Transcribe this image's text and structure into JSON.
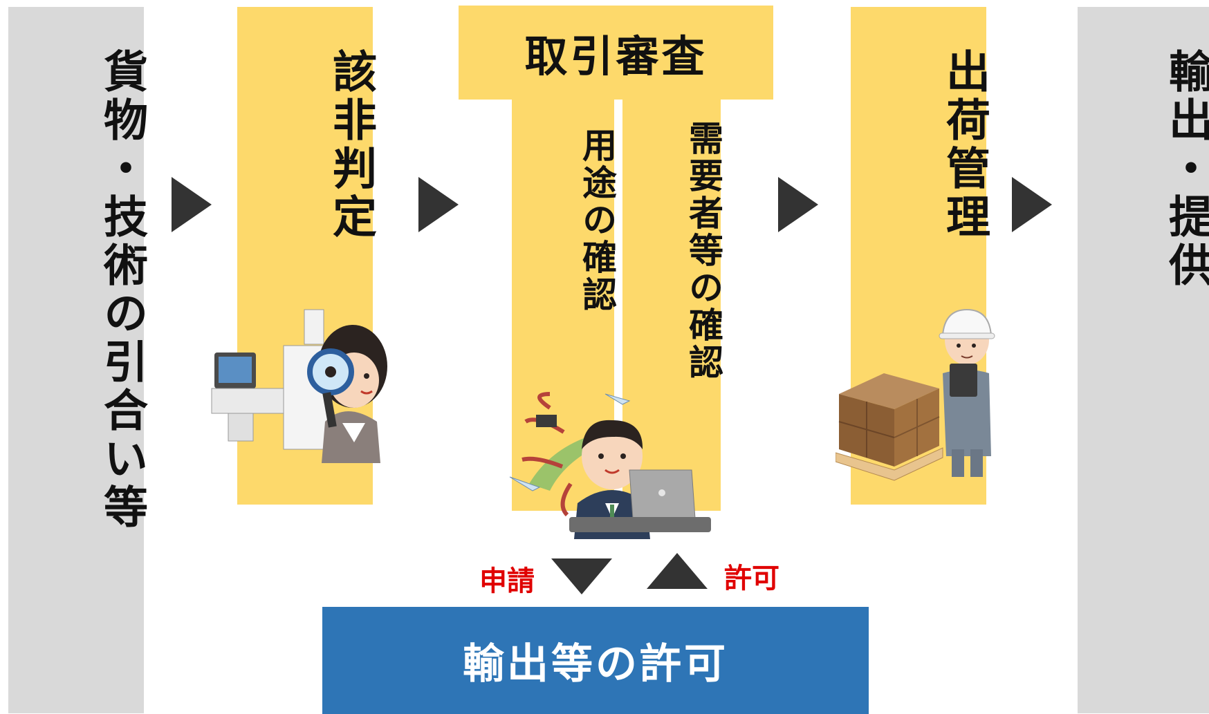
{
  "steps": {
    "inquiry": "貨物・技術の引合い等",
    "classification": "該非判定",
    "screening": "取引審査",
    "use_check": "用途の確認",
    "user_check": "需要者等の確認",
    "shipment": "出荷管理",
    "export": "輸出・提供"
  },
  "permit": {
    "title": "輸出等の許可",
    "apply_label": "申請",
    "grant_label": "許可"
  },
  "icons": {
    "classification": "woman-magnifier-inspection-icon",
    "screening": "man-laptop-trade-routes-icon",
    "shipment": "worker-cargo-pallet-icon"
  },
  "colors": {
    "gray": "#d9d9d9",
    "yellow": "#fdd96b",
    "blue": "#2e75b6",
    "red": "#e00000"
  }
}
